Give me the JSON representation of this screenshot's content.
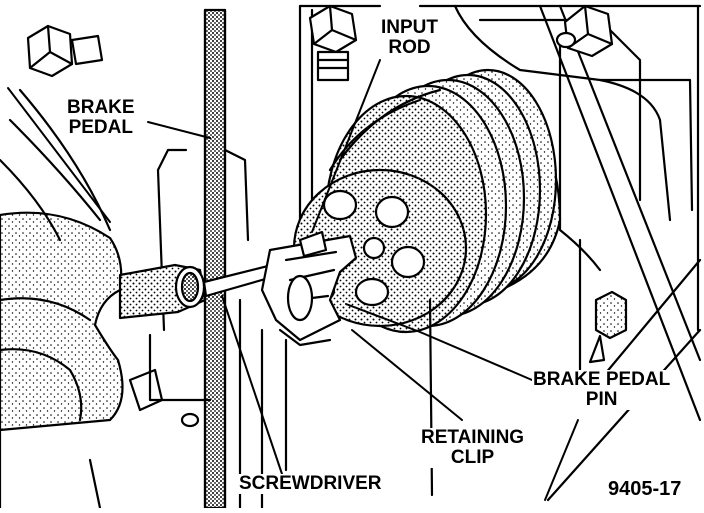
{
  "labels": {
    "input_rod": [
      "INPUT",
      "ROD"
    ],
    "brake_pedal": [
      "BRAKE",
      "PEDAL"
    ],
    "brake_pedal_pin": [
      "BRAKE PEDAL",
      "PIN"
    ],
    "retaining_clip": [
      "RETAINING",
      "CLIP"
    ],
    "screwdriver": "SCREWDRIVER"
  },
  "figure_number": "9405-17"
}
